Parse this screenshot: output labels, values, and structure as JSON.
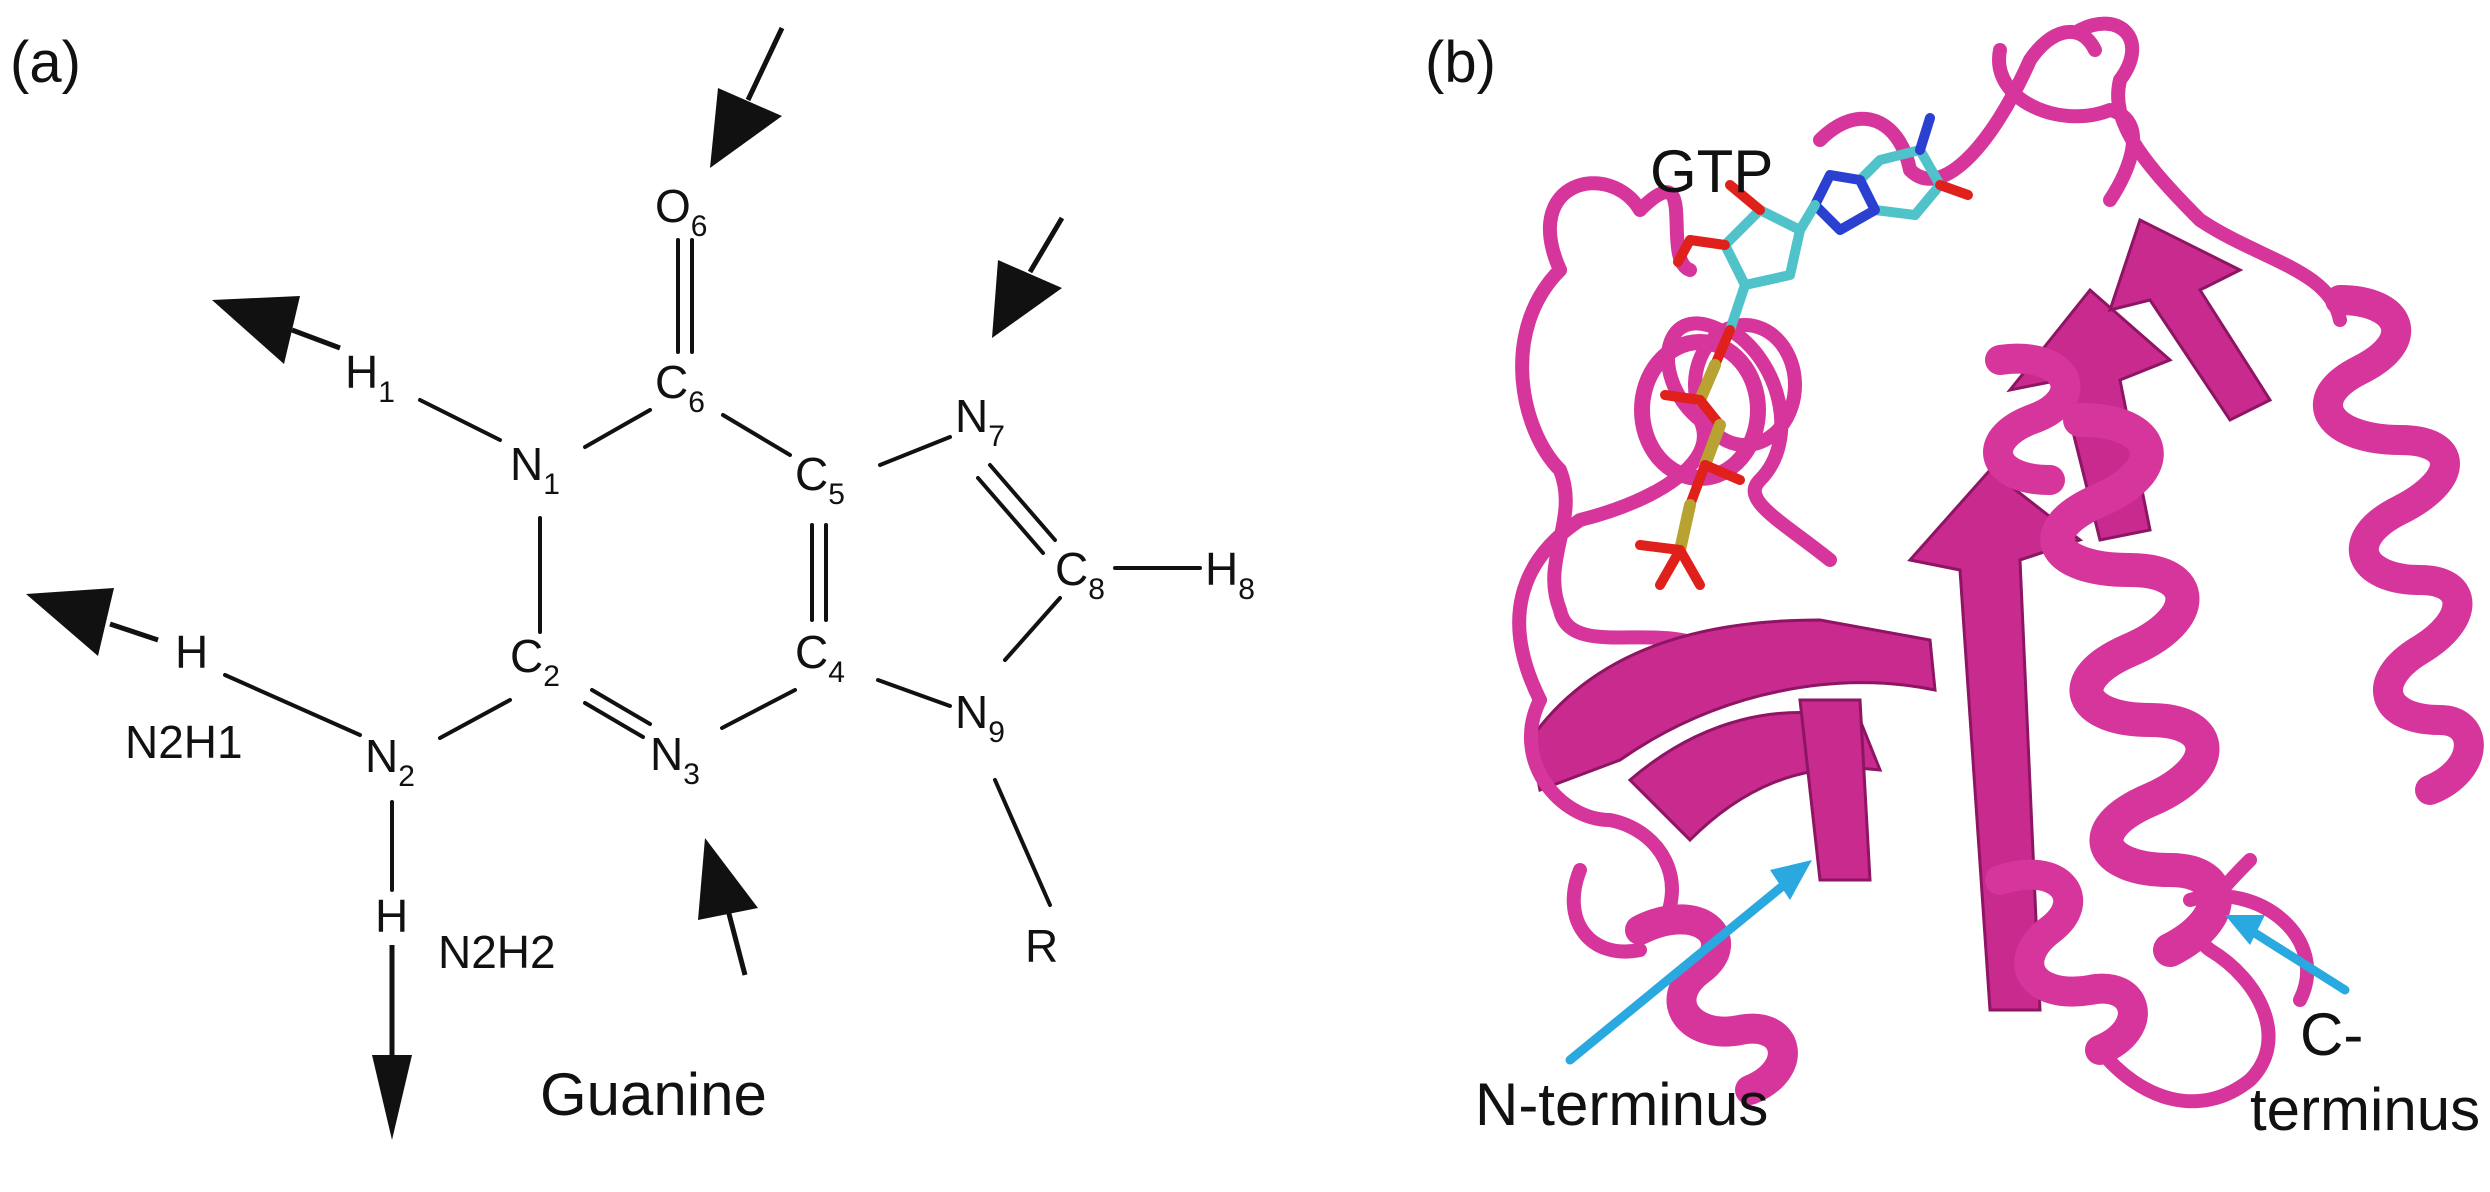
{
  "panels": {
    "a": {
      "label": "(a)",
      "molecule_name": "Guanine",
      "atoms": {
        "o6": {
          "el": "O",
          "sub": "6"
        },
        "c6": {
          "el": "C",
          "sub": "6"
        },
        "h1": {
          "el": "H",
          "sub": "1"
        },
        "n1": {
          "el": "N",
          "sub": "1"
        },
        "c5": {
          "el": "C",
          "sub": "5"
        },
        "n7": {
          "el": "N",
          "sub": "7"
        },
        "c8": {
          "el": "C",
          "sub": "8"
        },
        "h8": {
          "el": "H",
          "sub": "8"
        },
        "c2": {
          "el": "C",
          "sub": "2"
        },
        "c4": {
          "el": "C",
          "sub": "4"
        },
        "n9": {
          "el": "N",
          "sub": "9"
        },
        "n2": {
          "el": "N",
          "sub": "2"
        },
        "n3": {
          "el": "N",
          "sub": "3"
        },
        "h_top": {
          "el": "H"
        },
        "h_bottom": {
          "el": "H"
        },
        "r": {
          "el": "R"
        }
      },
      "labels": {
        "n2h1": "N2H1",
        "n2h2": "N2H2"
      }
    },
    "b": {
      "label": "(b)",
      "gtp_label": "GTP",
      "n_terminus_label": "N-terminus",
      "c_terminus_line1": "C-",
      "c_terminus_line2": "terminus",
      "colors": {
        "ribbon": "#d6359c",
        "ribbon_shadow": "#a21a73",
        "arrow": "#29a9e0",
        "gtp_carbon": "#4fc3c9",
        "gtp_nitrogen": "#2b3fd1",
        "gtp_oxygen": "#e0201b",
        "gtp_phosphorus": "#b8a232"
      }
    }
  }
}
